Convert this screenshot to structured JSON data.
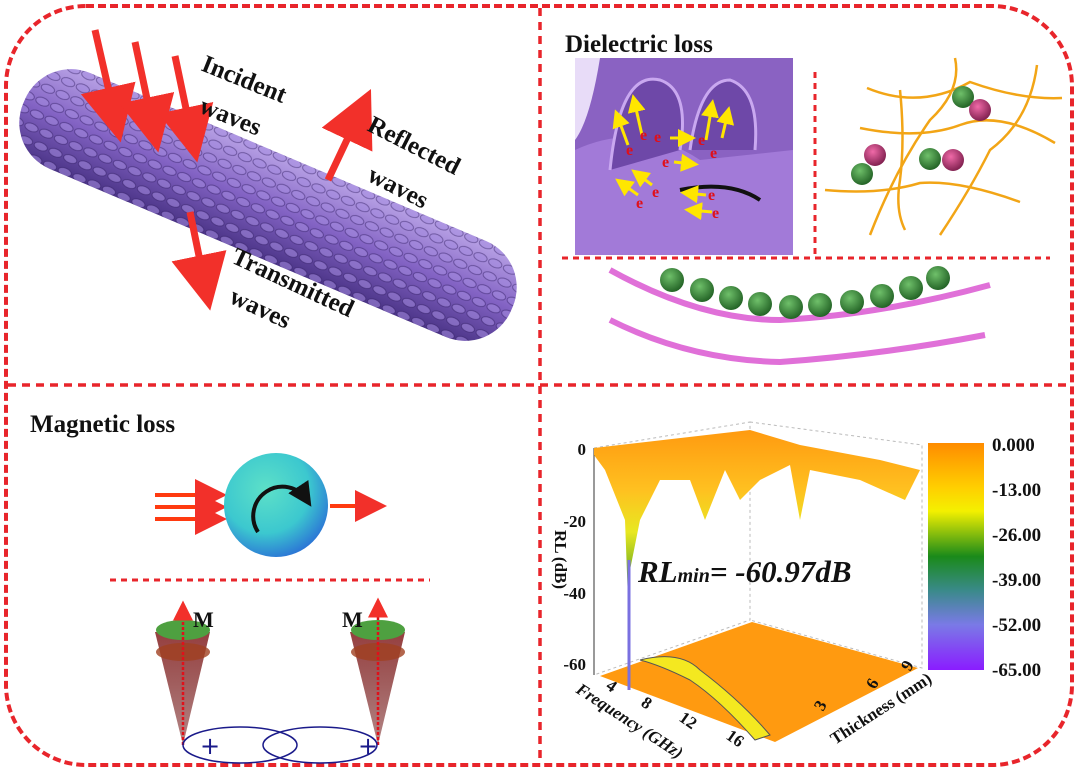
{
  "colors": {
    "border": "#e8252b",
    "tube": "#8a6cc8",
    "arrow": "#f2302a",
    "network": "#f2a516",
    "sphere": "#3cc8cf"
  },
  "top_left": {
    "incident_1": "Incident",
    "incident_2": "waves",
    "reflected_1": "Reflected",
    "reflected_2": "waves",
    "transmitted_1": "Transmitted",
    "transmitted_2": "waves"
  },
  "dielectric": {
    "title": "Dielectric loss",
    "electron": "e",
    "electron_sup": "-"
  },
  "magnetic": {
    "title": "Magnetic loss",
    "moment_label": "M",
    "plus": "+"
  },
  "chart_data": {
    "type": "surface3d",
    "annotation_main": "RL",
    "annotation_sub": "min",
    "annotation_value": "= -60.97dB",
    "rl_min": -60.97,
    "zlabel": "RL (dB)",
    "xlabel": "Frequency (GHz)",
    "ylabel": "Thickness (mm)",
    "z_ticks": [
      "0",
      "-20",
      "-40",
      "-60"
    ],
    "x_ticks": [
      "4",
      "8",
      "12",
      "16"
    ],
    "y_ticks": [
      "3",
      "6",
      "9"
    ],
    "zlim": [
      -65,
      0
    ],
    "colorbar_ticks": [
      "0.000",
      "-13.00",
      "-26.00",
      "-39.00",
      "-52.00",
      "-65.00"
    ]
  }
}
